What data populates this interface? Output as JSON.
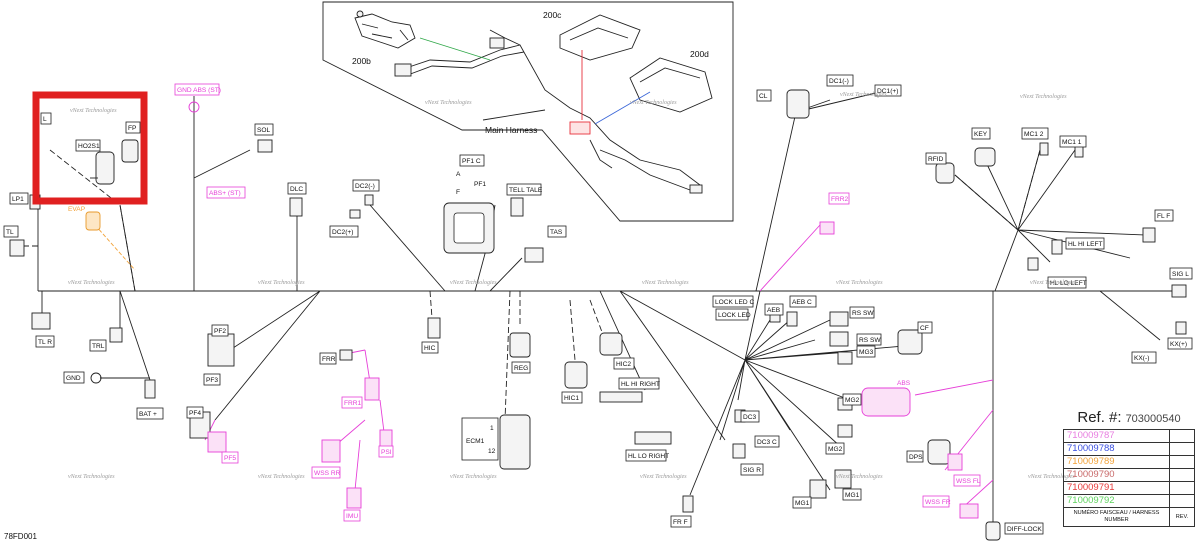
{
  "figure_code": "78FD001",
  "watermark": "vNext Technologies",
  "highlight_color": "#e02020",
  "inset": {
    "labels": {
      "b": "200b",
      "c": "200c",
      "d": "200d",
      "main": "Main Harness"
    },
    "wire_colors": {
      "green": "#31a84a",
      "red": "#e8323c",
      "blue": "#3a66d8"
    }
  },
  "labels": {
    "l": "L",
    "fp": "FP",
    "ho2s1": "HO2S1",
    "lp1": "LP1",
    "tl": "TL",
    "evap": "EVAP",
    "gnd_abs": "GND ABS (ST)",
    "abs_plus": "ABS+ (ST)",
    "sol": "SOL",
    "dlc": "DLC",
    "dc2_minus": "DC2(-)",
    "dc2_plus": "DC2(+)",
    "pf1c": "PF1 C",
    "a": "A",
    "f": "F",
    "pf1": "PF1",
    "tell_tale": "TELL TALE",
    "tas": "TAS",
    "cl": "CL",
    "dc1_minus": "DC1(-)",
    "dc1_plus": "DC1(+)",
    "rfid": "RFID",
    "key": "KEY",
    "mc12": "MC1 2",
    "mc11": "MC1 1",
    "frr2": "FRR2",
    "fl_f": "FL F",
    "hl_hi_left": "HL HI LEFT",
    "hl_lo_left": "HL LO LEFT",
    "sig_l": "SIG L",
    "kx_minus": "KX(-)",
    "kx_plus": "KX(+)",
    "tl_r": "TL R",
    "trl": "TRL",
    "gnd": "GND",
    "bat_plus": "BAT +",
    "pf2": "PF2",
    "pf3": "PF3",
    "pf4": "PF4",
    "pf5": "PF5",
    "frr": "FRR",
    "frr1": "FRR1",
    "wss_rr": "WSS RR",
    "psi": "PSI",
    "imu": "IMU",
    "hic": "HIC",
    "reg": "REG",
    "hic1": "HIC1",
    "hic2": "HIC2",
    "ecm1": "ECM1",
    "ecm1_1": "1",
    "ecm1_12": "12",
    "hl_hi_right": "HL HI RIGHT",
    "hl_lo_right": "HL LO RIGHT",
    "lock_led_c": "LOCK LED  C",
    "lock_led": "LOCK LED",
    "aeb": "AEB",
    "aeb_c": "AEB  C",
    "rs_sw1": "RS  SW",
    "rs_sw2": "RS  SW",
    "cf": "CF",
    "mg3": "MG3",
    "mg2a": "MG2",
    "mg2b": "MG2",
    "mg1a": "MG1",
    "mg1b": "MG1",
    "dc3": "DC3",
    "dc3_c": "DC3  C",
    "sig_r": "SIG  R",
    "fr_f": "FR  F",
    "abs": "ABS",
    "dps": "DPS",
    "wss_fl": "WSS FL",
    "wss_fr": "WSS FR",
    "diff_lock": "DIFF-LOCK"
  },
  "reference": {
    "title": "Ref. #:",
    "number": "703000540",
    "rows": [
      {
        "number": "710009787",
        "color": "#e87ee0"
      },
      {
        "number": "710009788",
        "color": "#3a4fe0"
      },
      {
        "number": "710009789",
        "color": "#f2a33a"
      },
      {
        "number": "710009790",
        "color": "#c96a6a"
      },
      {
        "number": "710009791",
        "color": "#e83b3b"
      },
      {
        "number": "710009792",
        "color": "#5fd35f"
      }
    ],
    "footer_label": "NUMÉRO FAISCEAU / HARNESS NUMBER",
    "rev_label": "REV."
  }
}
